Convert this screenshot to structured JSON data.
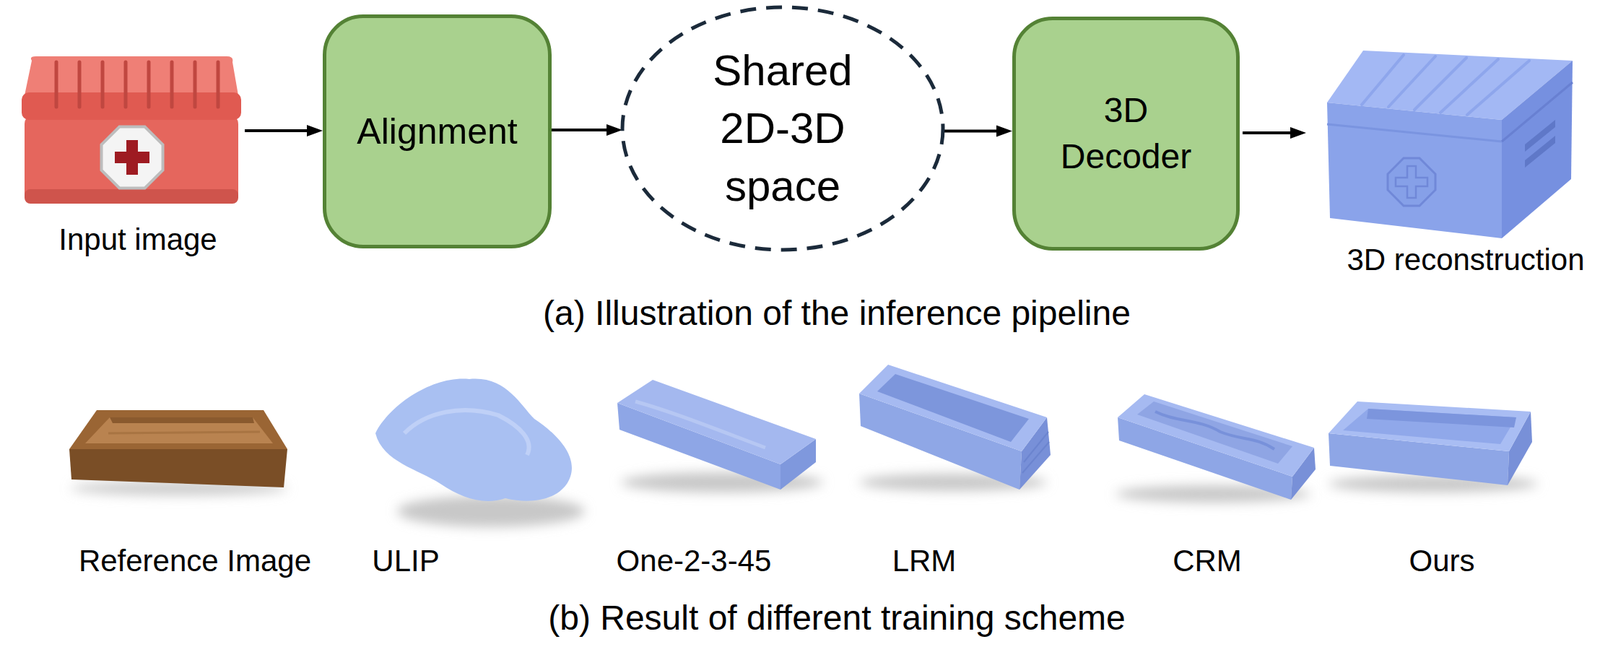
{
  "diagram": {
    "nodes": [
      {
        "text": [
          "Alignment"
        ]
      },
      {
        "text": [
          "Shared 2D-3D space"
        ]
      },
      {
        "text": [
          "3D Decoder"
        ]
      }
    ],
    "edges": [
      {
        "from": 0,
        "to": 1,
        "arrow": "to"
      },
      {
        "from": 1,
        "to": 2,
        "arrow": "to"
      }
    ],
    "labels": [
      "Input image",
      "3D reconstruction",
      "(a) Illustration of the inference pipeline",
      "Reference Image",
      "ULIP",
      "One-2-3-45",
      "LRM",
      "CRM",
      "Ours",
      "(b) Result of different training scheme"
    ]
  }
}
